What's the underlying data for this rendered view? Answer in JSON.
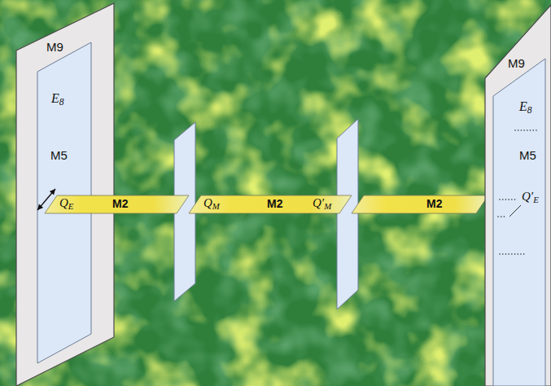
{
  "diagram": {
    "nodes": [
      {
        "text": [
          "M9"
        ]
      },
      {
        "text": [
          "E8",
          "M5"
        ],
        "in": 0
      },
      {
        "text": [
          "QE",
          "M2"
        ]
      },
      {
        "text": [
          "QM",
          "M2",
          "Q′M"
        ]
      },
      {
        "text": [
          "M2"
        ]
      },
      {
        "text": [
          "M9"
        ]
      },
      {
        "text": [
          "E8",
          "M5",
          "Q′E"
        ],
        "in": 5
      }
    ]
  }
}
